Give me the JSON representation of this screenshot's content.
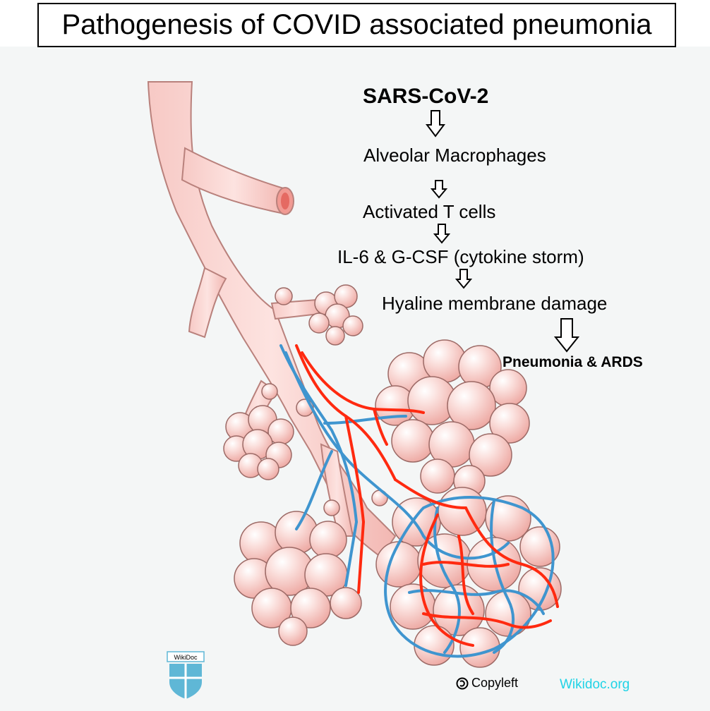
{
  "title": "Pathogenesis of COVID associated pneumonia",
  "flow": {
    "steps": [
      "SARS-CoV-2",
      "Alveolar Macrophages",
      "Activated T cells",
      "IL-6 & G-CSF (cytokine storm)",
      "Hyaline membrane damage",
      "Pneumonia & ARDS"
    ],
    "arrow_icon": "hollow-down-arrow-icon"
  },
  "footer": {
    "copyleft_label": "Copyleft",
    "site": "Wikidoc.org",
    "logo_text": "WikiDoc"
  },
  "colors": {
    "airway": "#f7c6c2",
    "alveoli": "#f6c2bd",
    "artery": "#ff2a10",
    "vein": "#3f95cf",
    "site_link": "#1fd3e6",
    "logo": "#5fb7d6"
  }
}
